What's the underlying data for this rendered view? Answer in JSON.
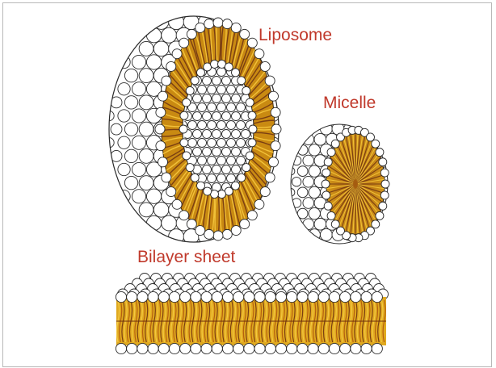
{
  "labels": {
    "liposome": "Liposome",
    "micelle": "Micelle",
    "bilayer": "Bilayer sheet"
  },
  "colors": {
    "label": "#c0392b",
    "head_fill": "#ffffff",
    "head_stroke": "#2a2a2a",
    "tail_yellow": "#e0a91f",
    "tail_dark": "#7a3e12",
    "core": "#c98a12",
    "frame": "#b8b8b8"
  },
  "icons": {
    "liposome": "liposome-structure-icon",
    "micelle": "micelle-structure-icon",
    "bilayer": "bilayer-sheet-structure-icon"
  }
}
